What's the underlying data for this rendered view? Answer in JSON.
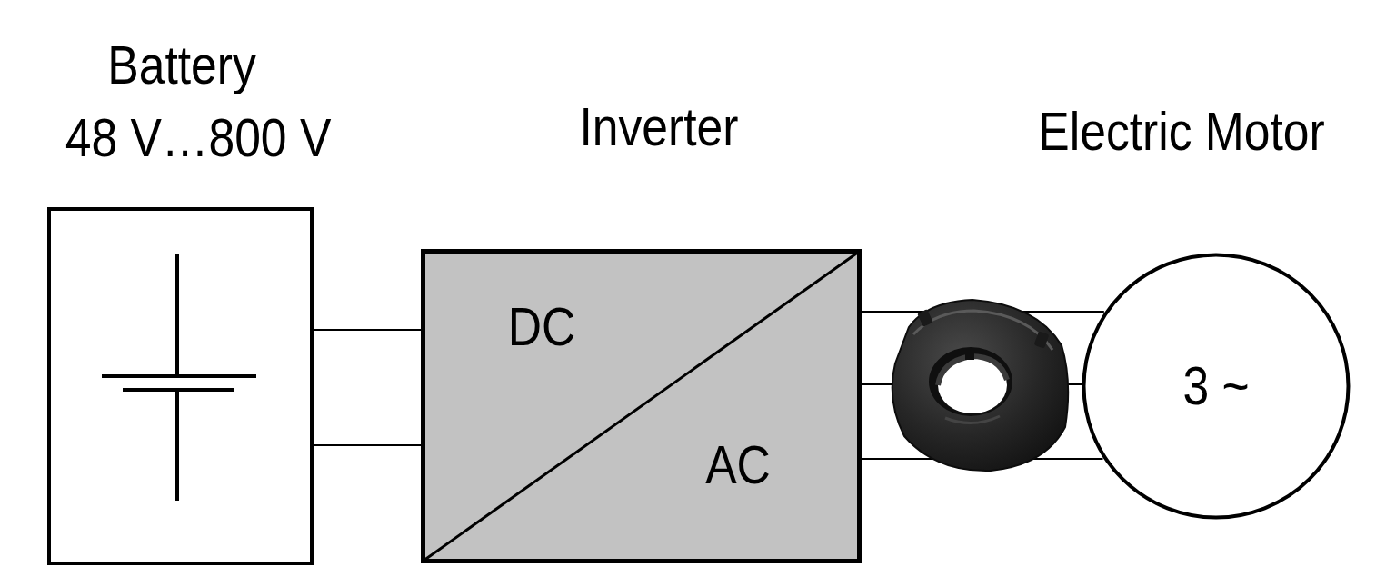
{
  "diagram": {
    "nodes": [
      {
        "text": [
          "Battery",
          "48 V…800 V"
        ]
      },
      {
        "text": [
          "Inverter",
          "DC",
          "AC"
        ]
      },
      {
        "text": [
          "Electric Motor",
          "3 ~"
        ]
      }
    ],
    "edges": [
      {
        "from": 0,
        "to": 1,
        "arrow": "none"
      },
      {
        "from": 0,
        "to": 1,
        "arrow": "none"
      },
      {
        "from": 1,
        "to": 2,
        "arrow": "none"
      },
      {
        "from": 1,
        "to": 2,
        "arrow": "none"
      },
      {
        "from": 1,
        "to": 2,
        "arrow": "none"
      }
    ]
  }
}
